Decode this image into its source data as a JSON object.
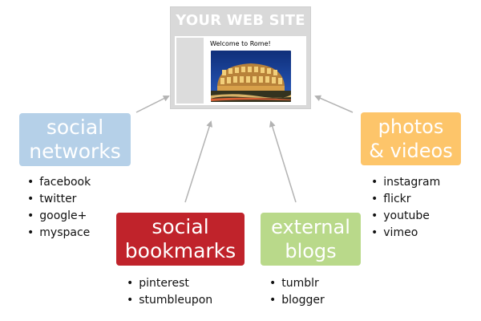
{
  "website": {
    "title": "YOUR WEB SITE",
    "welcome_text": "Welcome to Rome!"
  },
  "categories": [
    {
      "key": "social-networks",
      "line1": "social",
      "line2": "networks",
      "color": "#b5d0e8",
      "items": [
        "facebook",
        "twitter",
        "google+",
        "myspace"
      ]
    },
    {
      "key": "social-bookmarks",
      "line1": "social",
      "line2": "bookmarks",
      "color": "#c0232b",
      "items": [
        "pinterest",
        "stumbleupon"
      ]
    },
    {
      "key": "external-blogs",
      "line1": "external",
      "line2": "blogs",
      "color": "#b9d98a",
      "items": [
        "tumblr",
        "blogger"
      ]
    },
    {
      "key": "photos-videos",
      "line1": "photos",
      "line2": "& videos",
      "color": "#fdc56a",
      "items": [
        "instagram",
        "flickr",
        "youtube",
        "vimeo"
      ]
    }
  ],
  "colors": {
    "arrow": "#b3b3b3",
    "site_frame": "#d9d9d9"
  }
}
